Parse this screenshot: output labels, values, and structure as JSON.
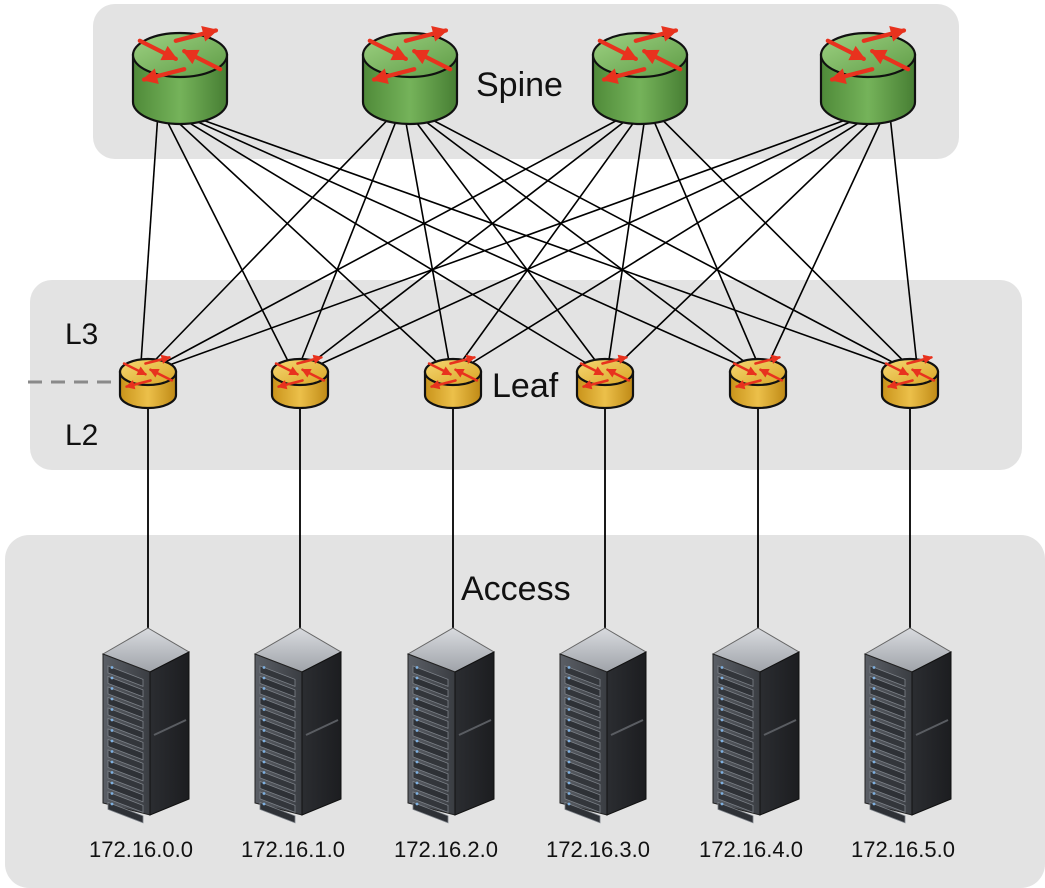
{
  "tiers": {
    "spine": "Spine",
    "leaf": "Leaf",
    "access": "Access"
  },
  "layers": {
    "l3": "L3",
    "l2": "L2"
  },
  "spines": [
    {
      "icon": "router-icon"
    },
    {
      "icon": "router-icon"
    },
    {
      "icon": "router-icon"
    },
    {
      "icon": "router-icon"
    }
  ],
  "leaves": [
    {
      "icon": "router-icon"
    },
    {
      "icon": "router-icon"
    },
    {
      "icon": "router-icon"
    },
    {
      "icon": "router-icon"
    },
    {
      "icon": "router-icon"
    },
    {
      "icon": "router-icon"
    }
  ],
  "servers": [
    {
      "icon": "server-rack-icon",
      "subnet": "172.16.0.0"
    },
    {
      "icon": "server-rack-icon",
      "subnet": "172.16.1.0"
    },
    {
      "icon": "server-rack-icon",
      "subnet": "172.16.2.0"
    },
    {
      "icon": "server-rack-icon",
      "subnet": "172.16.3.0"
    },
    {
      "icon": "server-rack-icon",
      "subnet": "172.16.4.0"
    },
    {
      "icon": "server-rack-icon",
      "subnet": "172.16.5.0"
    }
  ],
  "colors": {
    "panel": "#e3e3e3",
    "spine_router": "#6aa84f",
    "leaf_router": "#e0b234",
    "arrows": "#e8321e",
    "links": "#000000",
    "boundary": "#8a8a8a"
  }
}
